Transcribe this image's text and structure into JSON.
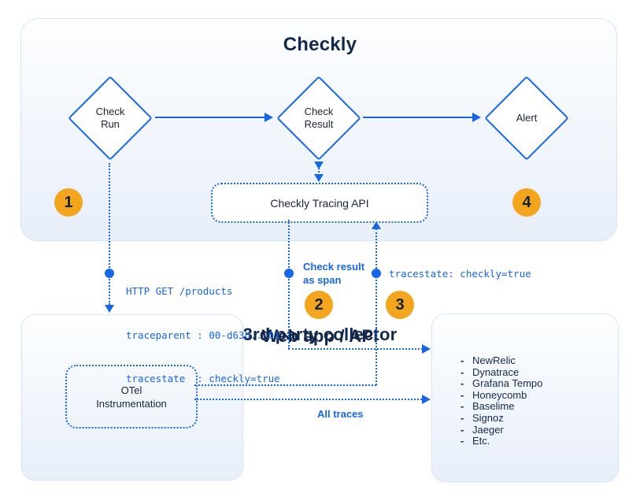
{
  "colors": {
    "accent_blue": "#1667e8",
    "badge_orange": "#f3a61d",
    "navy_text": "#12294b",
    "panel_border": "#d9e5f4",
    "panel_gradient_bottom": "#e8effa"
  },
  "checkly": {
    "title": "Checkly",
    "nodes": {
      "check_run": "Check\nRun",
      "check_result": "Check\nResult",
      "alert": "Alert"
    },
    "tracing_api_label": "Checkly Tracing API"
  },
  "badges": {
    "one": "1",
    "two": "2",
    "three": "3",
    "four": "4"
  },
  "annotations": {
    "http_block": {
      "lines": [
        "HTTP GET /products",
        "traceparent : 00-d63b..-01",
        "tracestate  : checkly=true"
      ]
    },
    "check_result_as_span": "Check result\nas span",
    "tracestate_label": "tracestate: checkly=true",
    "all_traces": "All traces"
  },
  "web_app": {
    "title": "Web app / API",
    "otel_label": "OTel\nInstrumentation"
  },
  "collector": {
    "title": "3rd party collector",
    "items": [
      "NewRelic",
      "Dynatrace",
      "Grafana Tempo",
      "Honeycomb",
      "Baselime",
      "Signoz",
      "Jaeger",
      "Etc."
    ]
  }
}
